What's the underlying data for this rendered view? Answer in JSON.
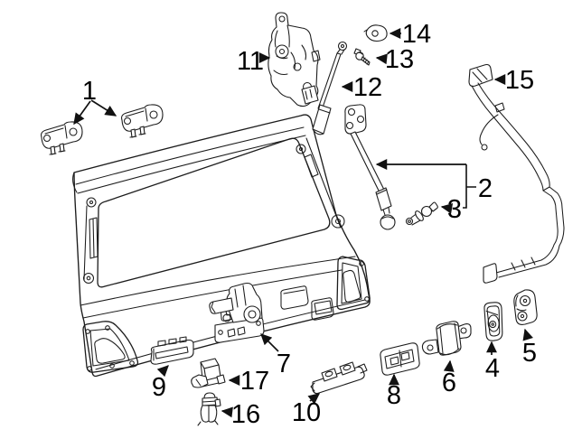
{
  "diagram": {
    "description": "Black-and-white exploded parts line drawing of a vehicle tailgate (back door) with window opening, rear wiper pivots, corner vent panels, lock assembly, gas lift supports, weatherstrip retainer and small hardware, with numbered callouts 1-17",
    "background_color": "#ffffff",
    "line_color": "#1c1c1c",
    "label_color": "#000000"
  },
  "callouts": [
    {
      "label": "1"
    },
    {
      "label": "2"
    },
    {
      "label": "3"
    },
    {
      "label": "4"
    },
    {
      "label": "5"
    },
    {
      "label": "6"
    },
    {
      "label": "7"
    },
    {
      "label": "8"
    },
    {
      "label": "9"
    },
    {
      "label": "10"
    },
    {
      "label": "11"
    },
    {
      "label": "12"
    },
    {
      "label": "13"
    },
    {
      "label": "14"
    },
    {
      "label": "15"
    },
    {
      "label": "16"
    },
    {
      "label": "17"
    }
  ]
}
